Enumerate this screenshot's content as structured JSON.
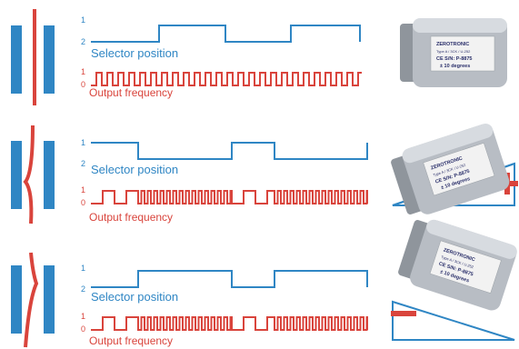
{
  "colors": {
    "blue": "#2f86c4",
    "red": "#d9443c",
    "sensor_body": "#b8bdc4",
    "label_bg": "#f2f2f2"
  },
  "rows": [
    {
      "selector_label": "Selector position",
      "output_label": "Output frequency",
      "level_high": "1",
      "level_low": "2",
      "out_high": "1",
      "out_low": "0",
      "sensor": {
        "brand": "ZEROTRONIC",
        "type": "Type A / 3CK / U-252",
        "serial": "CE S/N: P-8875",
        "range": "± 10 degrees"
      },
      "tilt": "none"
    },
    {
      "selector_label": "Selector position",
      "output_label": "Output frequency",
      "level_high": "1",
      "level_low": "2",
      "out_high": "1",
      "out_low": "0",
      "sensor": {
        "brand": "ZEROTRONIC",
        "type": "Type A / 3CK / U-252",
        "serial": "CE S/N: P-8875",
        "range": "± 10 degrees"
      },
      "tilt": "positive",
      "sign": "+"
    },
    {
      "selector_label": "Selector position",
      "output_label": "Output frequency",
      "level_high": "1",
      "level_low": "2",
      "out_high": "1",
      "out_low": "0",
      "sensor": {
        "brand": "ZEROTRONIC",
        "type": "Type A / 3CK / U-252",
        "serial": "CE S/N: P-8875",
        "range": "± 10 degrees"
      },
      "tilt": "negative",
      "sign": "−"
    }
  ]
}
